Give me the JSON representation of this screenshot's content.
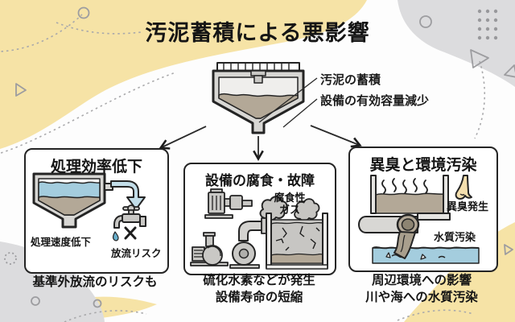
{
  "title": "汚泥蓄積による悪影響",
  "top_tank": {
    "label_sludge": "汚泥の蓄積",
    "label_capacity": "設備の有効容量減少"
  },
  "boxes": {
    "efficiency": {
      "title": "処理効率低下",
      "label_speed": "処理速度低下",
      "label_discharge": "放流リスク",
      "caption": "基準外放流のリスクも"
    },
    "corrosion": {
      "title": "設備の腐食・故障",
      "label_gas": "腐食性\nガス",
      "caption_line1": "硫化水素などが発生",
      "caption_line2": "設備寿命の短縮"
    },
    "odor": {
      "title": "異臭と環境汚染",
      "label_odor": "異臭発生",
      "label_water": "水質汚染",
      "caption_line1": "周辺環境への影響",
      "caption_line2": "川や海への水質汚染"
    }
  },
  "colors": {
    "cream_blob": "#f6e3a6",
    "gray_blob": "#dcdcde",
    "outline": "#242424",
    "water_blue": "#a4cdde",
    "sludge_brown": "#b3a897",
    "machine_gray": "#c9c8c5",
    "tank_wall_gray": "#d8d7d4",
    "arrow_light_blue": "#c2dde8",
    "nose_beige": "#f4dfae",
    "drop_blue": "#68aecb"
  }
}
